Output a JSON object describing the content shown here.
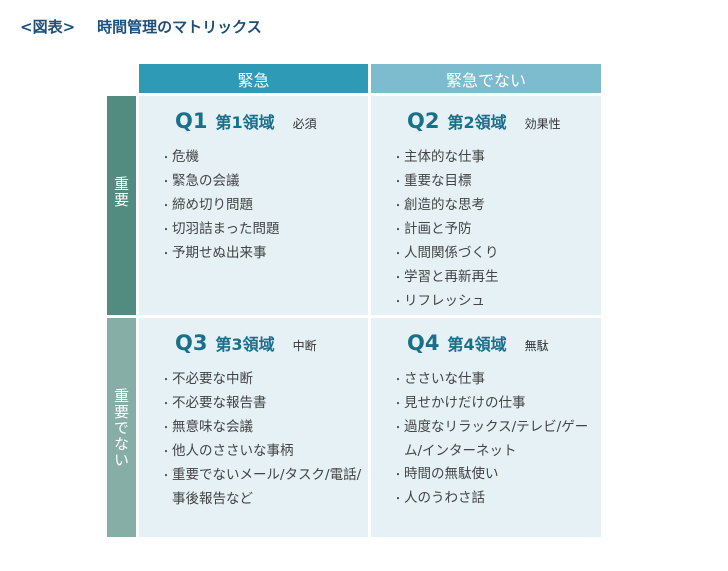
{
  "title": {
    "label": "<図表>",
    "text": "時間管理のマトリックス"
  },
  "headers": {
    "urgent": "緊急",
    "not_urgent": "緊急でない"
  },
  "rows": {
    "important": "重要",
    "not_important": "重要でない"
  },
  "quadrants": [
    {
      "q": "Q1",
      "name": "第1領域",
      "tag": "必須",
      "items": [
        "危機",
        "緊急の会議",
        "締め切り問題",
        "切羽詰まった問題",
        "予期せぬ出来事"
      ]
    },
    {
      "q": "Q2",
      "name": "第2領域",
      "tag": "効果性",
      "items": [
        "主体的な仕事",
        "重要な目標",
        "創造的な思考",
        "計画と予防",
        "人間関係づくり",
        "学習と再新再生",
        "リフレッシュ"
      ]
    },
    {
      "q": "Q3",
      "name": "第3領域",
      "tag": "中断",
      "items": [
        "不必要な中断",
        "不必要な報告書",
        "無意味な会議",
        "他人のささいな事柄",
        "重要でないメール/タスク/電話/事後報告など"
      ]
    },
    {
      "q": "Q4",
      "name": "第4領域",
      "tag": "無駄",
      "items": [
        "ささいな仕事",
        "見せかけだけの仕事",
        "過度なリラックス/テレビ/ゲーム/インターネット",
        "時間の無駄使い",
        "人のうわさ話"
      ]
    }
  ]
}
